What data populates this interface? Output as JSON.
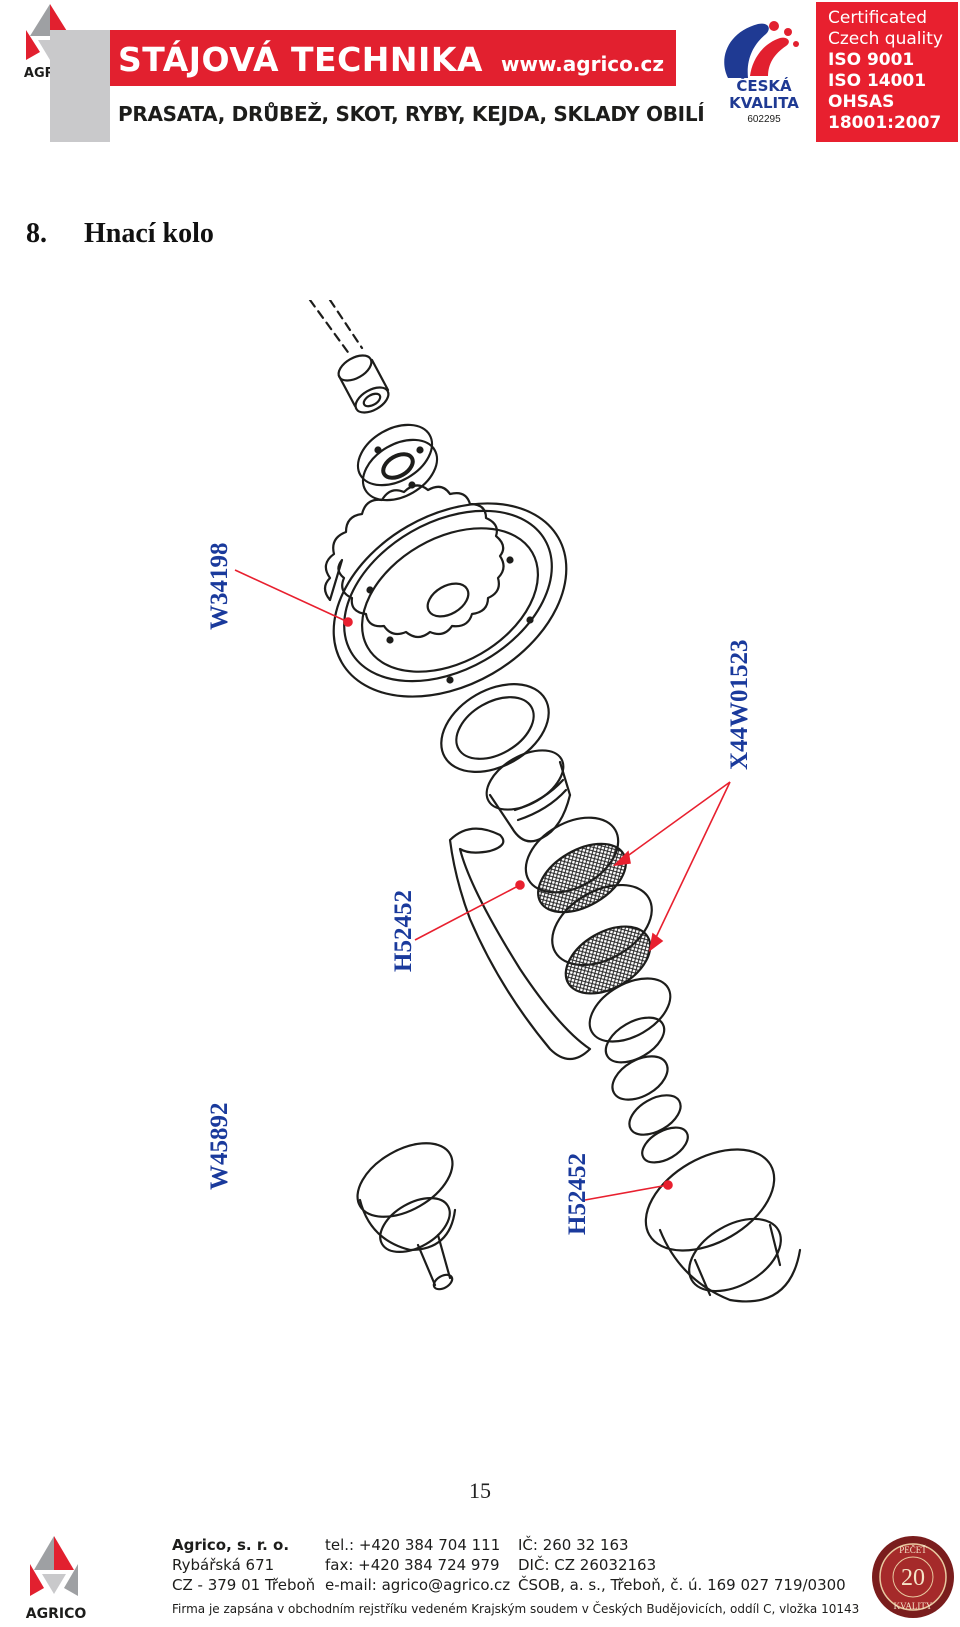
{
  "header": {
    "logo_text": "AGRICO",
    "brand_title": "STÁJOVÁ TECHNIKA",
    "url": "www.agrico.cz",
    "subtitle": "PRASATA, DRŮBEŽ, SKOT, RYBY, KEJDA, SKLADY OBILÍ",
    "quality_line1": "ČESKÁ",
    "quality_line2": "KVALITA",
    "quality_number": "602295",
    "cert_lines": [
      "Certificated",
      "Czech quality",
      "ISO 9001",
      "ISO 14001",
      "OHSAS",
      "18001:2007"
    ]
  },
  "section": {
    "number": "8.",
    "title": "Hnací kolo"
  },
  "diagram": {
    "labels": {
      "w34198": "W34198",
      "x44w01523": "X44W01523",
      "h52452_a": "H52452",
      "w45892": "W45892",
      "h52452_b": "H52452"
    },
    "leader_color": "#e8202f",
    "label_color": "#1a3a9c"
  },
  "page_number": "15",
  "footer": {
    "col1": [
      "Agrico, s. r. o.",
      "Rybářská 671",
      "CZ - 379 01 Třeboň"
    ],
    "col2": [
      "tel.: +420 384 704 111",
      "fax: +420 384 724 979",
      "e-mail: agrico@agrico.cz"
    ],
    "col3": [
      "IČ: 260 32 163",
      "DIČ: CZ 26032163",
      "ČSOB, a. s., Třeboň, č. ú. 169 027 719/0300"
    ],
    "registration": "Firma je zapsána v obchodním rejstříku vedeném Krajským soudem v Českých Budějovicích, oddíl C, vložka 10143",
    "seal_number": "20",
    "seal_top": "PEČEŤ",
    "seal_bottom": "KVALITY"
  }
}
